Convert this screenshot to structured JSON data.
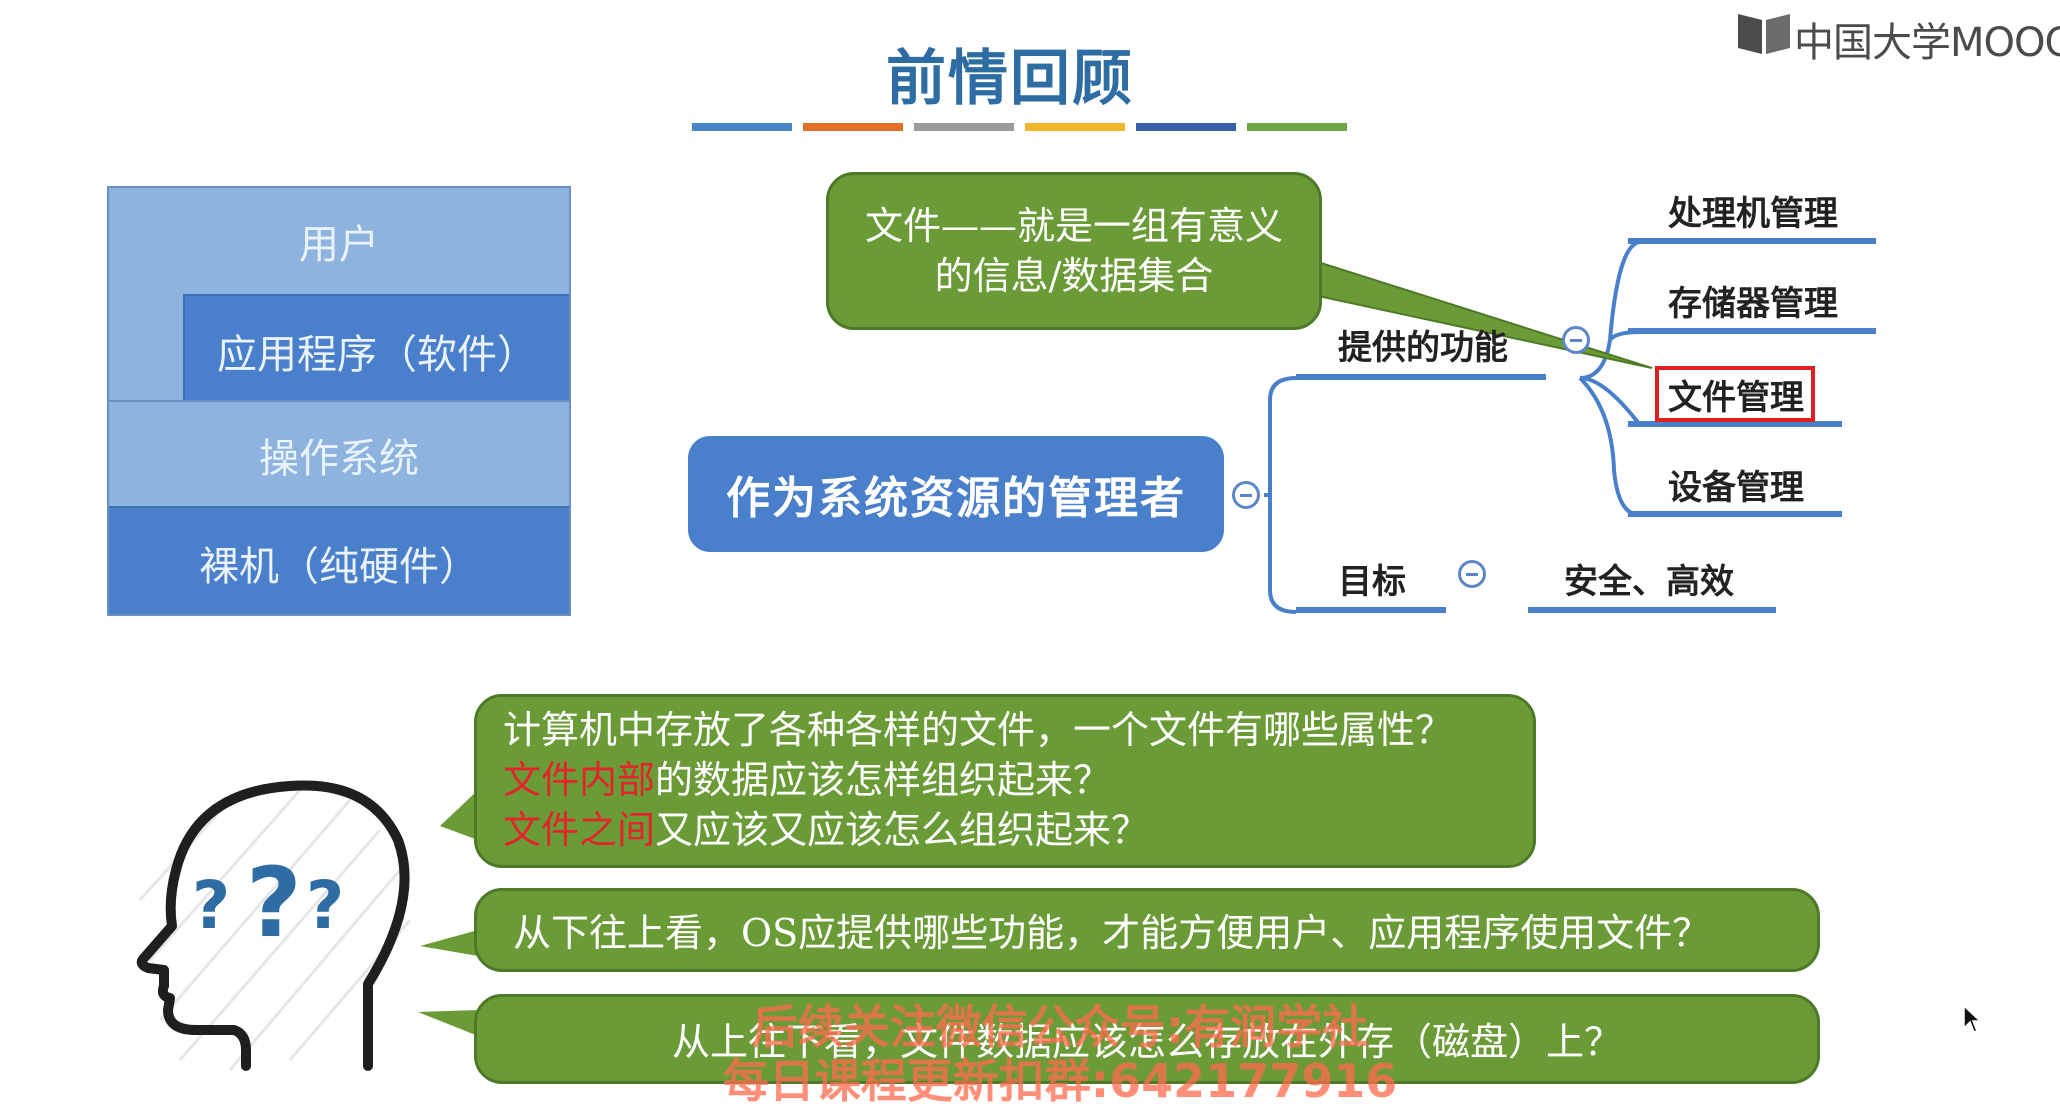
{
  "logo": {
    "text": "中国大学MOOC"
  },
  "slide": {
    "title": "前情回顾",
    "title_bar_colors": [
      "#4a86c5",
      "#e0702a",
      "#9a9a9a",
      "#f2b62c",
      "#3a5fa8",
      "#6fa844"
    ]
  },
  "layers": {
    "user": "用户",
    "app": "应用程序（软件）",
    "os": "操作系统",
    "hardware": "裸机（纯硬件）"
  },
  "mindmap": {
    "root": "作为系统资源的管理者",
    "branch_functions": "提供的功能",
    "functions": [
      "处理机管理",
      "存储器管理",
      "文件管理",
      "设备管理"
    ],
    "branch_goal": "目标",
    "goal_value": "安全、高效"
  },
  "callout_definition": {
    "line1": "文件——就是一组有意义",
    "line2": "的信息/数据集合"
  },
  "questions": {
    "q1_line1": "计算机中存放了各种各样的文件，一个文件有哪些属性？",
    "q1_line2_red": "文件内部",
    "q1_line2_rest": "的数据应该怎样组织起来？",
    "q1_line3_red": "文件之间",
    "q1_line3_rest": "又应该又应该怎么组织起来？",
    "q2": "从下往上看，OS应提供哪些功能，才能方便用户、应用程序使用文件？",
    "q3": "从上往下看，文件数据应该怎么存放在外存（磁盘）上？"
  },
  "watermark": {
    "line1": "后续关注微信公众号:有涧学社",
    "line2": "每日课程更新扣群:642177916"
  },
  "colors": {
    "accent_blue": "#4a7fcb",
    "bubble_green": "#6b9b37",
    "highlight_red": "#e02020"
  }
}
